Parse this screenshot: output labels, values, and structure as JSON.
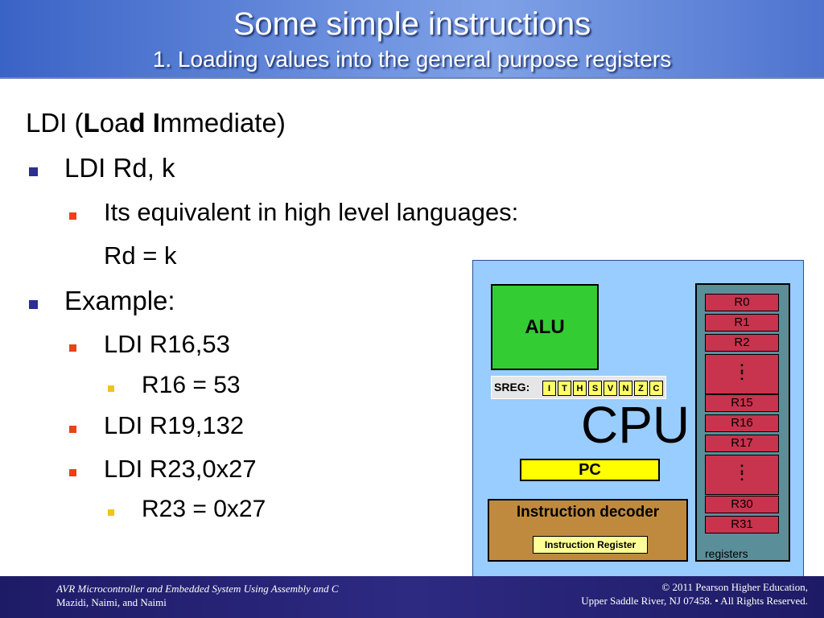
{
  "header": {
    "title": "Some simple instructions",
    "subtitle": "1. Loading values into the general purpose registers"
  },
  "body": {
    "line1": {
      "prefix": "LDI (",
      "b1": "L",
      "t1": "oa",
      "b2": "d",
      "t2": " ",
      "b3": "I",
      "t3": "mmediate)"
    },
    "syntax": "LDI Rd, k",
    "equiv": "Its equivalent in high level languages:",
    "equiv2": "Rd = k",
    "example": "Example:",
    "ex1": "LDI R16,53",
    "ex1_result": "R16 = 53",
    "ex2": "LDI R19,132",
    "ex3": "LDI R23,0x27",
    "ex3_result": "R23 = 0x27"
  },
  "diagram": {
    "alu": "ALU",
    "sreg_label": "SREG:",
    "flags": [
      "I",
      "T",
      "H",
      "S",
      "V",
      "N",
      "Z",
      "C"
    ],
    "cpu": "CPU",
    "pc": "PC",
    "decoder": "Instruction decoder",
    "ireg": "Instruction Register",
    "registers": [
      "R0",
      "R1",
      "R2",
      "R15",
      "R16",
      "R17",
      "R30",
      "R31"
    ],
    "dots": ":",
    "reg_caption": "registers"
  },
  "footer": {
    "left1": "AVR Microcontroller and Embedded System Using Assembly and C",
    "left2": "Mazidi, Naimi, and Naimi",
    "right1": "© 2011   Pearson Higher Education,",
    "right2": "Upper Saddle River, NJ 07458. • All Rights Reserved."
  },
  "colors": {
    "header": "#6f93e0",
    "footer": "#2d2a82",
    "bullet_level1": "#2b2f8f",
    "bullet_level2": "#e8431a",
    "bullet_level3": "#f0c419",
    "cpu_bg": "#99ccff",
    "alu": "#33cc33",
    "pc": "#ffff00",
    "decoder": "#c08a3e",
    "register": "#c8334e",
    "register_file": "#5a8f9a"
  }
}
